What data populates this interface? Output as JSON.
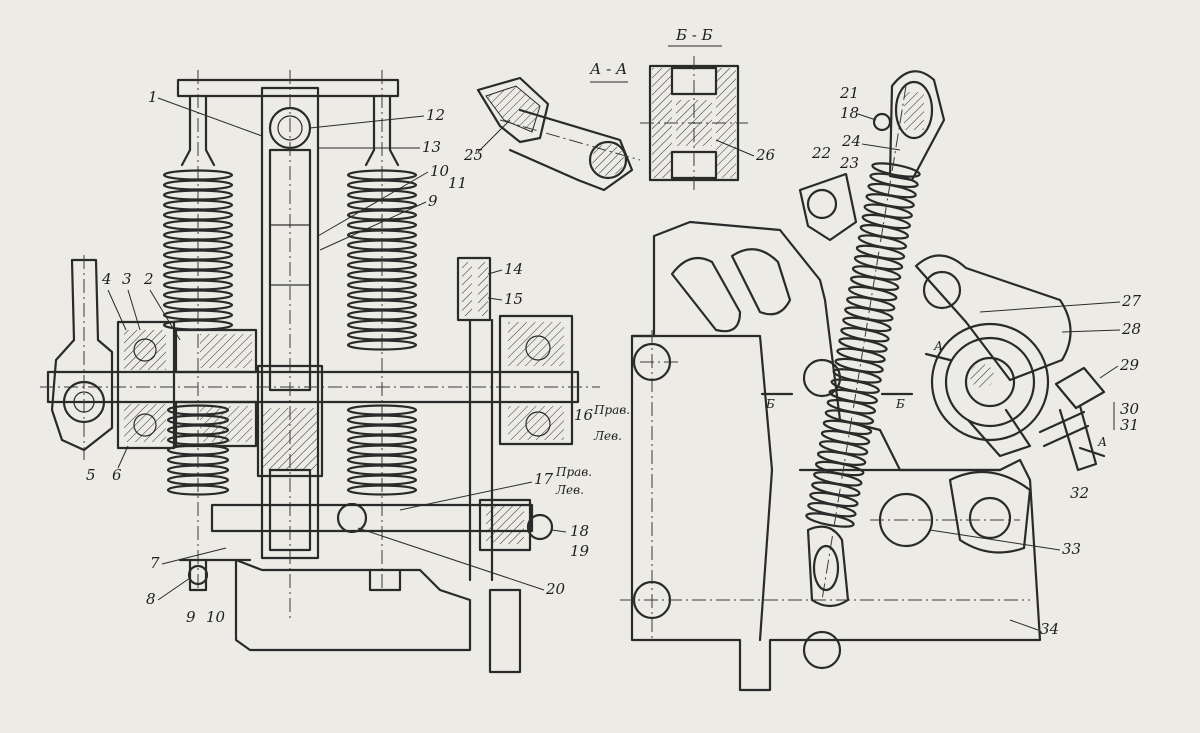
{
  "section_titles": {
    "aa": "А - А",
    "bb": "Б - Б"
  },
  "section_marks": {
    "a": "А",
    "b": "Б"
  },
  "callouts": {
    "c1": "1",
    "c2": "2",
    "c3": "3",
    "c4": "4",
    "c5": "5",
    "c6": "6",
    "c7": "7",
    "c8": "8",
    "c9a": "9",
    "c9b": "9",
    "c10a": "10",
    "c10b": "10",
    "c11": "11",
    "c12": "12",
    "c13": "13",
    "c14": "14",
    "c15": "15",
    "c16": "16",
    "c17": "17",
    "c18a": "18",
    "c18b": "18",
    "c19": "19",
    "c20": "20",
    "c21": "21",
    "c22": "22",
    "c23": "23",
    "c24": "24",
    "c25": "25",
    "c26": "26",
    "c27": "27",
    "c28": "28",
    "c29": "29",
    "c30": "30",
    "c31": "31",
    "c32": "32",
    "c33": "33",
    "c34": "34"
  },
  "notes": {
    "prav": "Прав.",
    "lev": "Лев."
  }
}
